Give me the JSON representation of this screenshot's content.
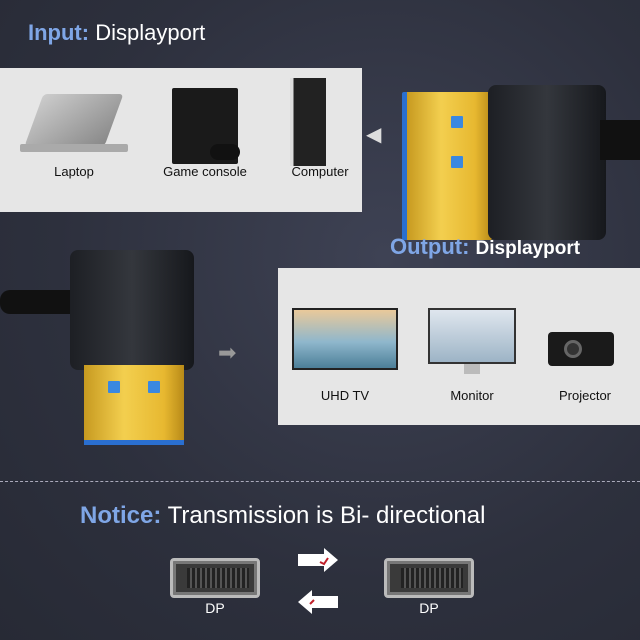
{
  "input": {
    "label": "Input:",
    "value": "Displayport",
    "devices": [
      "Laptop",
      "Game console",
      "Computer"
    ]
  },
  "output": {
    "label": "Output:",
    "value": "Displayport",
    "devices": [
      "UHD TV",
      "Monitor",
      "Projector"
    ]
  },
  "notice": {
    "label": "Notice:",
    "text": "Transmission is Bi- directional"
  },
  "ports": {
    "left": "DP",
    "right": "DP"
  },
  "colors": {
    "accent": "#7fa6e6",
    "background": "#2d303d",
    "panel": "#e6e6e6"
  }
}
